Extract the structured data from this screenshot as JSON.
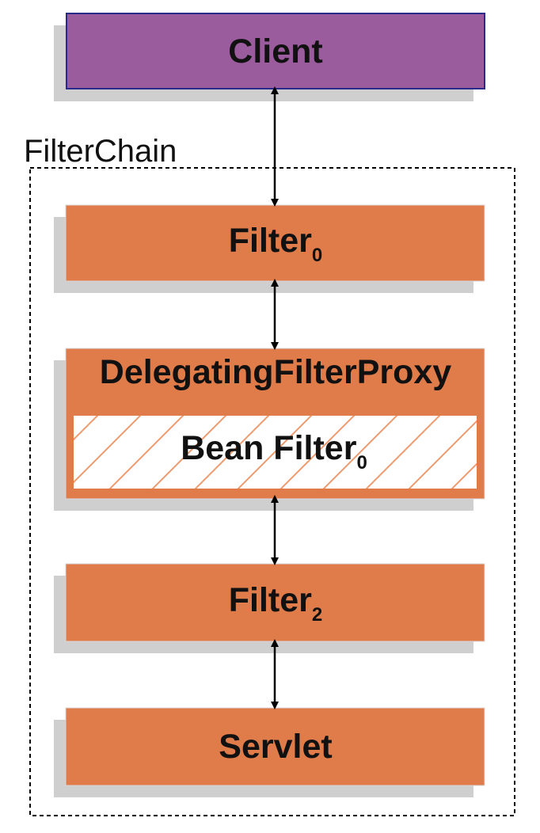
{
  "container": {
    "label": "FilterChain"
  },
  "nodes": {
    "client": {
      "label": "Client",
      "subscript": ""
    },
    "filter0": {
      "label": "Filter",
      "subscript": "0"
    },
    "proxy": {
      "label": "DelegatingFilterProxy",
      "subscript": ""
    },
    "bean_filter": {
      "label": "Bean Filter",
      "subscript": "0"
    },
    "filter2": {
      "label": "Filter",
      "subscript": "2"
    },
    "servlet": {
      "label": "Servlet",
      "subscript": ""
    }
  },
  "edges": [
    {
      "from": "client",
      "to": "filter0",
      "direction": "both"
    },
    {
      "from": "filter0",
      "to": "proxy",
      "direction": "both"
    },
    {
      "from": "bean_filter",
      "to": "filter2",
      "direction": "both"
    },
    {
      "from": "filter2",
      "to": "servlet",
      "direction": "both"
    }
  ],
  "colors": {
    "client_fill": "#9b5c9e",
    "client_stroke": "#2a2a8a",
    "filter_fill": "#e07b4a",
    "filter_stroke": "#d9d9d9",
    "shadow": "#cfcfcf",
    "hatch_stroke": "#ef9a6e",
    "text": "#111111"
  }
}
